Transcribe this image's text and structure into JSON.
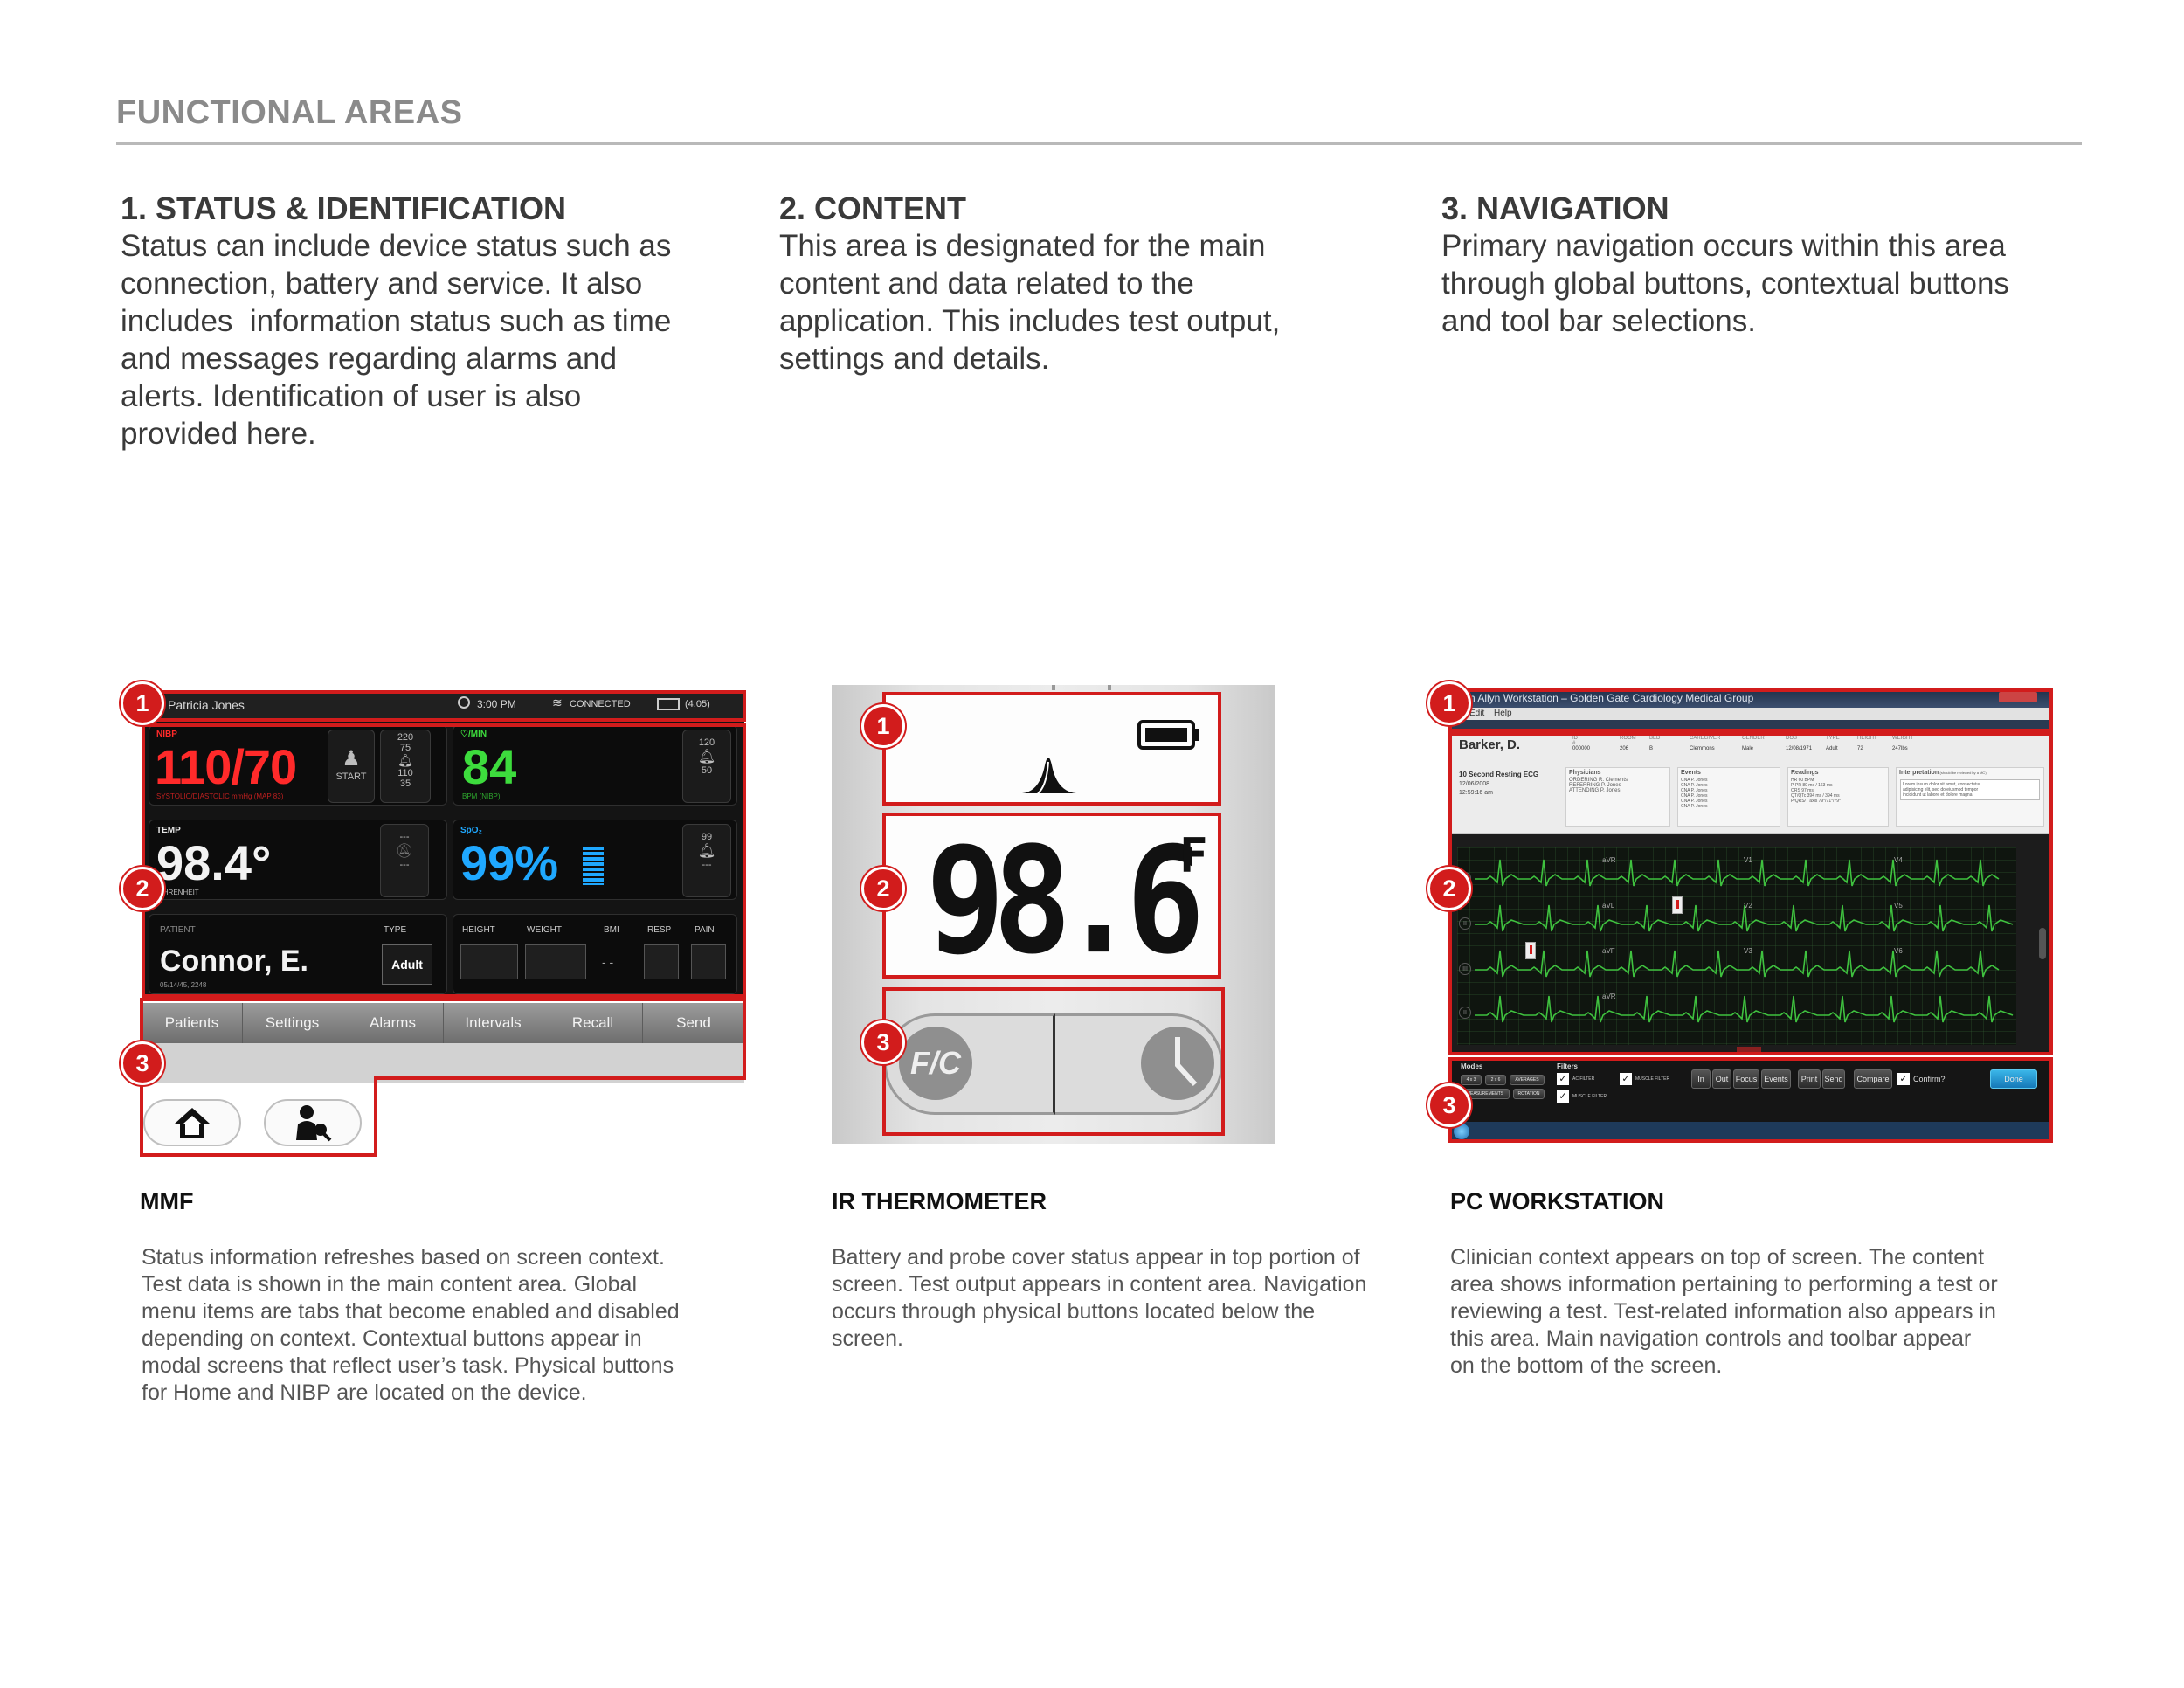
{
  "header": {
    "title": "FUNCTIONAL AREAS"
  },
  "sections": [
    {
      "heading": "1. STATUS & IDENTIFICATION",
      "lines": [
        "Status can include device status such as",
        "connection, battery and service. It also",
        "includes  information status such as time",
        "and messages regarding alarms and",
        "alerts. Identification of user is also",
        "provided here."
      ]
    },
    {
      "heading": "2. CONTENT",
      "lines": [
        "This area is designated for the main",
        "content and data related to the",
        "application. This includes test output,",
        "settings and details."
      ]
    },
    {
      "heading": "3. NAVIGATION",
      "lines": [
        "Primary navigation occurs within this area",
        "through global buttons, contextual buttons",
        "and tool bar selections."
      ]
    }
  ],
  "markers": [
    "1",
    "2",
    "3"
  ],
  "mmf": {
    "status": {
      "user": "Patricia Jones",
      "time": "3:00 PM",
      "connection": "CONNECTED",
      "battery": "(4:05)"
    },
    "nibp": {
      "label": "NIBP",
      "value": "110/70",
      "sub": "SYSTOLIC/DIASTOLIC mmHg (MAP 83)",
      "start": "START",
      "hi": "220",
      "hi2": "75",
      "lo": "110",
      "lo2": "35"
    },
    "pulse": {
      "label": "♡/MIN",
      "value": "84",
      "sub": "BPM (NIBP)",
      "hi": "120",
      "lo": "50"
    },
    "temp": {
      "label": "TEMP",
      "value": "98.4°",
      "sub": "FAHRENHEIT",
      "hi": "---",
      "lo": "---"
    },
    "spo2": {
      "label": "SpO₂",
      "value": "99%",
      "hi": "99",
      "lo": "---"
    },
    "patient": {
      "label": "PATIENT",
      "name": "Connor, E.",
      "sub": "05/14/45, 2248",
      "type_label": "TYPE",
      "type": "Adult",
      "height": "HEIGHT",
      "weight": "WEIGHT",
      "bmi": "BMI",
      "bmi_value": "- -",
      "resp": "RESP",
      "pain": "PAIN"
    },
    "tabs": [
      "Patients",
      "Settings",
      "Alarms",
      "Intervals",
      "Recall",
      "Send"
    ],
    "name": "MMF",
    "caption": [
      "Status information refreshes based on screen context.",
      "Test data is shown in the main content area. Global",
      "menu items are tabs that become enabled and disabled",
      "depending on context. Contextual buttons appear in",
      "modal screens that reflect user’s task. Physical buttons",
      "for Home and NIBP are located on the device."
    ],
    "icons": {
      "home": "home-icon",
      "nibp": "nibp-icon"
    }
  },
  "ir": {
    "reading": "98.6",
    "unit": "F",
    "button_fc": "F/C",
    "name": "IR THERMOMETER",
    "caption": [
      "Battery and probe cover status appear in top portion of",
      "screen. Test output appears in content area. Navigation",
      "occurs through physical buttons located below the",
      "screen."
    ]
  },
  "pc": {
    "title": "ch Allyn Workstation – Golden Gate Cardiology Medical Group",
    "menu": [
      "Edit",
      "Help"
    ],
    "patient": "Barker, D.",
    "cols": [
      "ID #",
      "ROOM",
      "BED",
      "CAREGIVER",
      "GENDER",
      "DOB",
      "TYPE",
      "HEIGHT",
      "WEIGHT"
    ],
    "vals": [
      "000000",
      "206",
      "B",
      "Clemmons",
      "Male",
      "12/08/1971",
      "Adult",
      "72",
      "247lbs"
    ],
    "test": "10 Second Resting ECG",
    "test_date": "12/06/2008",
    "test_time": "12:59:16 am",
    "panels": [
      "Physicians",
      "Events",
      "Readings",
      "Interpretation"
    ],
    "physicians": [
      "ORDERING  R. Clements",
      "REFERRING  P. Jones",
      "ATTENDING  P. Jones"
    ],
    "events": [
      "CNA P. Jones",
      "CNA P. Jones",
      "CNA P. Jones",
      "CNA P. Jones",
      "CNA P. Jones",
      "CNA P. Jones"
    ],
    "readings": [
      "HR      60 BPM",
      "P-PR    80 ms / 163 ms",
      "QRS     97 ms",
      "QT/QTc  394 ms / 394 ms",
      "P/QRS/T axis  79°/71°/79°"
    ],
    "interp_note": "(should be reviewed by a MC)",
    "interp_text": [
      "Lorem ipsum dolor sit amet, consectetur",
      "adipisicing elit, sed do eiusmod tempor",
      "incididunt ut labore et dolore magna"
    ],
    "leads": [
      "aVR",
      "V1",
      "V4",
      "aVL",
      "V2",
      "V5",
      "aVF",
      "V3",
      "V6",
      "aVR"
    ],
    "lead_ids": [
      "I",
      "II",
      "III",
      "II"
    ],
    "modes_label": "Modes",
    "modes": [
      "4 x 3",
      "2 x 6",
      "AVERAGES",
      "MEASUREMENTS",
      "ROTATION"
    ],
    "filters_label": "Filters",
    "filters": [
      "AC FILTER",
      "MUSCLE FILTER",
      "MUSCLE FILTER"
    ],
    "toolbar": [
      "In",
      "Out",
      "Focus",
      "Events",
      "Print",
      "Send",
      "Compare"
    ],
    "confirm": "Confirm?",
    "done": "Done",
    "name": "PC WORKSTATION",
    "caption": [
      "Clinician context appears on top of screen. The content",
      "area shows information pertaining to performing a test or",
      "reviewing a test. Test-related information also appears in",
      "this area. Main navigation controls and toolbar appear",
      "on the bottom of the screen."
    ]
  },
  "colors": {
    "annotation": "#d21c1c",
    "nibp": "#ff2a2a",
    "pulse": "#3ddc3d",
    "spo2": "#1fa8ff",
    "ecg": "#3fc23f"
  }
}
